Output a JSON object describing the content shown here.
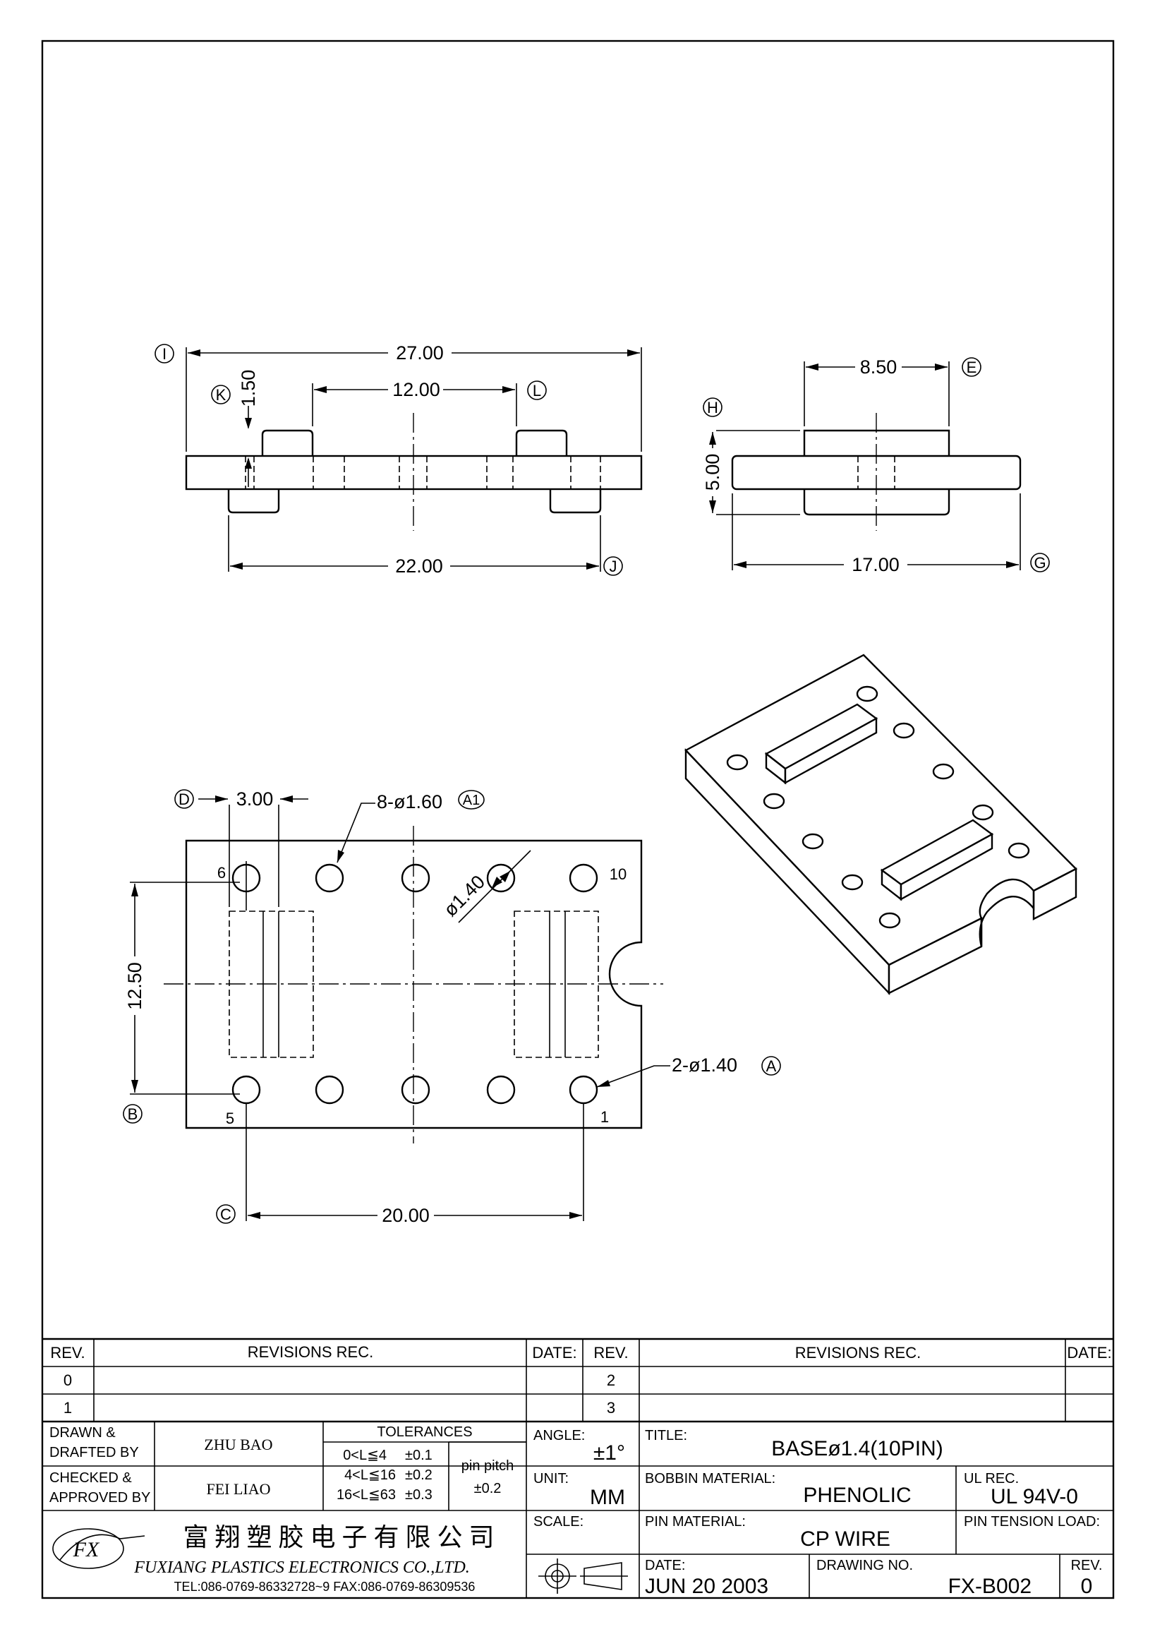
{
  "drawing": {
    "side_view": {
      "dims": {
        "overall": "27.00",
        "post_pitch": "12.00",
        "post_height": "1.50",
        "pin_span": "22.00"
      },
      "markers": {
        "overall": "I",
        "post_pitch": "L",
        "post_height": "K",
        "pin_span": "J"
      }
    },
    "end_view": {
      "dims": {
        "post_width": "8.50",
        "height": "5.00",
        "width": "17.00"
      },
      "markers": {
        "post_width": "E",
        "height": "H",
        "width": "G"
      }
    },
    "bottom_view": {
      "dims": {
        "offset": "3.00",
        "hole_callout": "8-ø1.60",
        "hole_callout_rev": "A1",
        "pin_dia": "ø1.40",
        "row_pitch": "12.50",
        "pin_callout": "2-ø1.40",
        "col_span": "20.00"
      },
      "markers": {
        "offset": "D",
        "row_pitch": "B",
        "col_span": "C",
        "pin_callout": "A"
      },
      "pin_numbers": {
        "p6": "6",
        "p10": "10",
        "p5": "5",
        "p1": "1"
      }
    }
  },
  "title_block": {
    "headers": {
      "rev": "REV.",
      "revisions": "REVISIONS   REC.",
      "date": "DATE:"
    },
    "rev_rows": {
      "r0": "0",
      "r1": "1",
      "r2": "2",
      "r3": "3"
    },
    "drawn_label_1": "DRAWN  &",
    "drawn_label_2": "DRAFTED  BY",
    "drawn_by": "ZHU   BAO",
    "checked_label_1": "CHECKED  &",
    "checked_label_2": "APPROVED  BY",
    "checked_by": "FEI LIAO",
    "tolerances": {
      "title": "TOLERANCES",
      "rows": [
        {
          "range": "0<L≦4",
          "value": "±0.1"
        },
        {
          "range": "4<L≦16",
          "value": "±0.2"
        },
        {
          "range": "16<L≦63",
          "value": "±0.3"
        }
      ],
      "pin_pitch_label": "pin  pitch",
      "pin_pitch_value": "±0.2"
    },
    "angle_label": "ANGLE:",
    "angle_value": "±1°",
    "unit_label": "UNIT:",
    "unit_value": "MM",
    "scale_label": "SCALE:",
    "title_label": "TITLE:",
    "title_value": "BASEø1.4(10PIN)",
    "bobbin_material_label": "BOBBIN  MATERIAL:",
    "bobbin_material_value": "PHENOLIC",
    "ul_label": "UL  REC.",
    "ul_value": "UL  94V-0",
    "pin_material_label": "PIN  MATERIAL:",
    "pin_material_value": "CP  WIRE",
    "pin_tension_label": "PIN  TENSION  LOAD:",
    "date_label": "DATE:",
    "date_value": "JUN  20   2003",
    "drawing_no_label": "DRAWING  NO.",
    "drawing_no_value": "FX-B002",
    "rev_label": "REV.",
    "rev_value": "0",
    "company_cn": "富 翔 塑 胶 电 子 有 限 公 司",
    "company_en": "FUXIANG  PLASTICS  ELECTRONICS  CO.,LTD.",
    "company_contact": "TEL:086-0769-86332728~9  FAX:086-0769-86309536"
  }
}
